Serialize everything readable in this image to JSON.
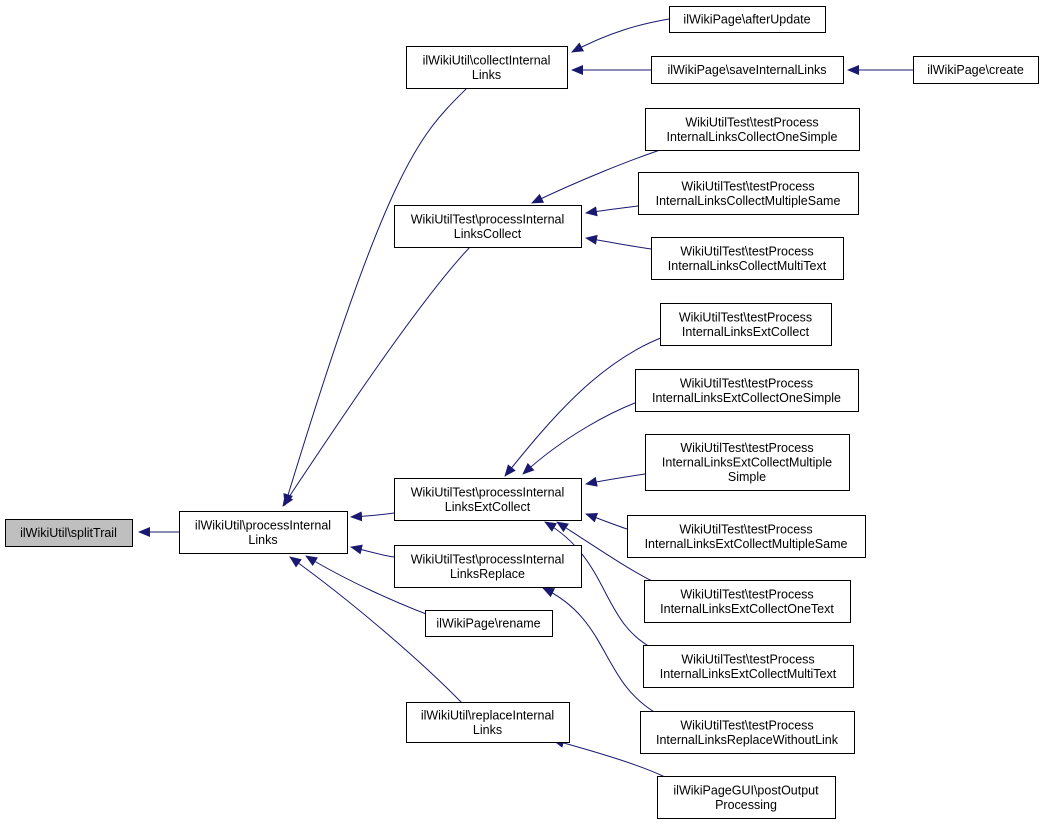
{
  "colors": {
    "edge": "#191970",
    "node_border": "#000000",
    "node_fill": "#ffffff",
    "root_fill": "#bfbfbf"
  },
  "nodes": [
    {
      "id": "split",
      "lines": [
        "ilWikiUtil\\splitTrail"
      ],
      "root": true
    },
    {
      "id": "pil",
      "lines": [
        "ilWikiUtil\\processInternal",
        "Links"
      ]
    },
    {
      "id": "cil",
      "lines": [
        "ilWikiUtil\\collectInternal",
        "Links"
      ]
    },
    {
      "id": "pilc",
      "lines": [
        "WikiUtilTest\\processInternal",
        "LinksCollect"
      ]
    },
    {
      "id": "pilec",
      "lines": [
        "WikiUtilTest\\processInternal",
        "LinksExtCollect"
      ]
    },
    {
      "id": "pilr",
      "lines": [
        "WikiUtilTest\\processInternal",
        "LinksReplace"
      ]
    },
    {
      "id": "rename",
      "lines": [
        "ilWikiPage\\rename"
      ]
    },
    {
      "id": "ril",
      "lines": [
        "ilWikiUtil\\replaceInternal",
        "Links"
      ]
    },
    {
      "id": "after",
      "lines": [
        "ilWikiPage\\afterUpdate"
      ]
    },
    {
      "id": "save",
      "lines": [
        "ilWikiPage\\saveInternalLinks"
      ]
    },
    {
      "id": "create",
      "lines": [
        "ilWikiPage\\create"
      ]
    },
    {
      "id": "t1",
      "lines": [
        "WikiUtilTest\\testProcess",
        "InternalLinksCollectOneSimple"
      ]
    },
    {
      "id": "t2",
      "lines": [
        "WikiUtilTest\\testProcess",
        "InternalLinksCollectMultipleSame"
      ]
    },
    {
      "id": "t3",
      "lines": [
        "WikiUtilTest\\testProcess",
        "InternalLinksCollectMultiText"
      ]
    },
    {
      "id": "t4",
      "lines": [
        "WikiUtilTest\\testProcess",
        "InternalLinksExtCollect"
      ]
    },
    {
      "id": "t5",
      "lines": [
        "WikiUtilTest\\testProcess",
        "InternalLinksExtCollectOneSimple"
      ]
    },
    {
      "id": "t6",
      "lines": [
        "WikiUtilTest\\testProcess",
        "InternalLinksExtCollectMultiple",
        "Simple"
      ]
    },
    {
      "id": "t7",
      "lines": [
        "WikiUtilTest\\testProcess",
        "InternalLinksExtCollectMultipleSame"
      ]
    },
    {
      "id": "t8",
      "lines": [
        "WikiUtilTest\\testProcess",
        "InternalLinksExtCollectOneText"
      ]
    },
    {
      "id": "t9",
      "lines": [
        "WikiUtilTest\\testProcess",
        "InternalLinksExtCollectMultiText"
      ]
    },
    {
      "id": "t10",
      "lines": [
        "WikiUtilTest\\testProcess",
        "InternalLinksReplaceWithoutLink"
      ]
    },
    {
      "id": "gui",
      "lines": [
        "ilWikiPageGUI\\postOutput",
        "Processing"
      ]
    }
  ],
  "edges": [
    {
      "from": "pil",
      "to": "split"
    },
    {
      "from": "cil",
      "to": "pil"
    },
    {
      "from": "pilc",
      "to": "pil"
    },
    {
      "from": "pilec",
      "to": "pil"
    },
    {
      "from": "pilr",
      "to": "pil"
    },
    {
      "from": "rename",
      "to": "pil"
    },
    {
      "from": "ril",
      "to": "pil"
    },
    {
      "from": "after",
      "to": "cil"
    },
    {
      "from": "save",
      "to": "cil"
    },
    {
      "from": "create",
      "to": "save"
    },
    {
      "from": "t1",
      "to": "pilc"
    },
    {
      "from": "t2",
      "to": "pilc"
    },
    {
      "from": "t3",
      "to": "pilc"
    },
    {
      "from": "t4",
      "to": "pilec"
    },
    {
      "from": "t5",
      "to": "pilec"
    },
    {
      "from": "t6",
      "to": "pilec"
    },
    {
      "from": "t7",
      "to": "pilec"
    },
    {
      "from": "t8",
      "to": "pilec"
    },
    {
      "from": "t9",
      "to": "pilec"
    },
    {
      "from": "t10",
      "to": "pilr"
    },
    {
      "from": "gui",
      "to": "ril"
    }
  ]
}
